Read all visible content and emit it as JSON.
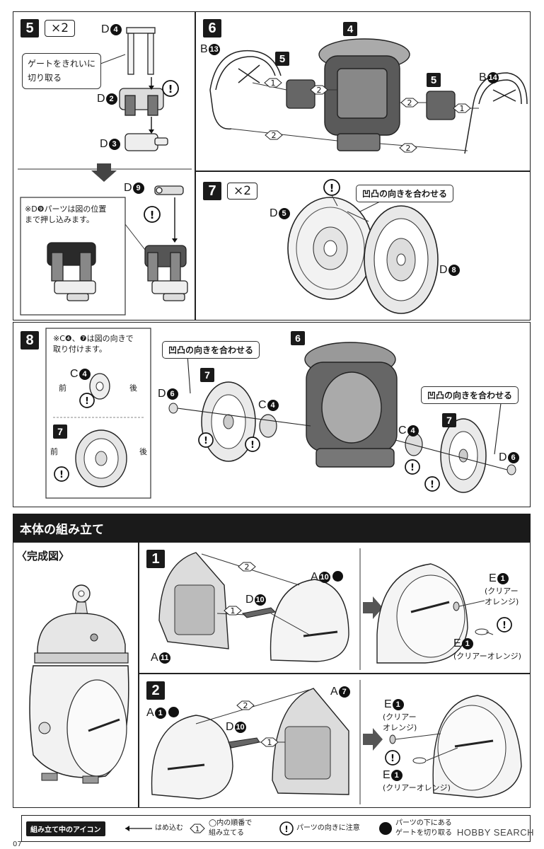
{
  "step5": {
    "num": "5",
    "mult": "×2",
    "bubble_lines": [
      "ゲートをきれいに",
      "切り取る"
    ],
    "note_lines": [
      "※D❾パーツは図の位置",
      "まで押し込みます。"
    ],
    "labels": [
      {
        "letter": "D",
        "code": "4"
      },
      {
        "letter": "D",
        "code": "2"
      },
      {
        "letter": "D",
        "code": "3"
      },
      {
        "letter": "D",
        "code": "9"
      }
    ]
  },
  "step6": {
    "num": "6",
    "ref_steps": [
      "4",
      "5",
      "5"
    ],
    "labels": [
      {
        "letter": "B",
        "code": "13"
      },
      {
        "letter": "B",
        "code": "14"
      }
    ]
  },
  "step7": {
    "num": "7",
    "mult": "×2",
    "align_note": "凹凸の向きを合わせる",
    "labels": [
      {
        "letter": "D",
        "code": "5"
      },
      {
        "letter": "D",
        "code": "8"
      }
    ]
  },
  "step8": {
    "num": "8",
    "note_lines": [
      "※C❹、❼は図の向きで",
      "取り付けます。"
    ],
    "front": "前",
    "back": "後",
    "align_note": "凹凸の向きを合わせる",
    "ref_steps": [
      "7",
      "6",
      "7",
      "7"
    ],
    "labels": [
      {
        "letter": "C",
        "code": "4"
      },
      {
        "letter": "D",
        "code": "6"
      },
      {
        "letter": "C",
        "code": "4"
      },
      {
        "letter": "C",
        "code": "4"
      },
      {
        "letter": "D",
        "code": "6"
      }
    ]
  },
  "main": {
    "title": "本体の組み立て",
    "complete_label": "〈完成図〉",
    "step1": {
      "num": "1",
      "labels": [
        {
          "letter": "A",
          "code": "10"
        },
        {
          "letter": "D",
          "code": "10"
        },
        {
          "letter": "A",
          "code": "11"
        },
        {
          "letter": "E",
          "code": "1"
        },
        {
          "letter": "E",
          "code": "1"
        }
      ],
      "clear_orange_split": [
        "(クリアー",
        "オレンジ)"
      ],
      "clear_orange": "(クリアーオレンジ)"
    },
    "step2": {
      "num": "2",
      "labels": [
        {
          "letter": "A",
          "code": "1"
        },
        {
          "letter": "A",
          "code": "7"
        },
        {
          "letter": "D",
          "code": "10"
        },
        {
          "letter": "E",
          "code": "1"
        },
        {
          "letter": "E",
          "code": "1"
        }
      ],
      "clear_orange_split": [
        "(クリアー",
        "オレンジ)"
      ],
      "clear_orange": "(クリアーオレンジ)"
    }
  },
  "legend": {
    "title": "組み立て中のアイコン",
    "insert": "はめ込む",
    "order_lines": [
      "◯内の順番で",
      "組み立てる"
    ],
    "direction": "パーツの向きに注意",
    "gate_lines": [
      "パーツの下にある",
      "ゲートを切り取る"
    ]
  },
  "watermark": "HOBBY SEARCH",
  "page_number": "07"
}
